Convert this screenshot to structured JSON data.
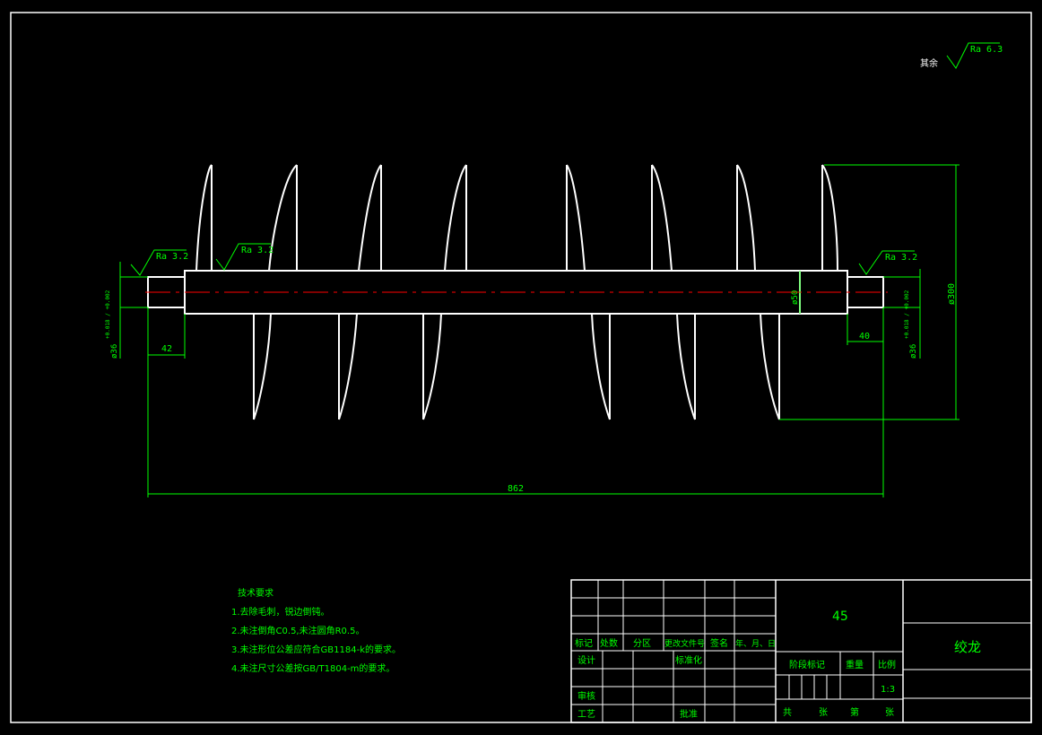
{
  "roughness": {
    "general_prefix": "其余",
    "general": "Ra 6.3",
    "left_journal": "Ra 3.2",
    "left_shoulder": "Ra 3.2",
    "right_journal": "Ra 3.2"
  },
  "dimensions": {
    "left_journal_dia": "ø36",
    "left_journal_tol": "+0.018 / +0.002",
    "left_length": "42",
    "right_length": "40",
    "right_journal_dia": "ø36",
    "right_journal_tol": "+0.018 / +0.002",
    "shaft_dia": "ø50",
    "flight_dia": "ø300",
    "total_length": "862"
  },
  "tech_requirements": {
    "title": "技术要求",
    "items": [
      "1.去除毛刺，锐边倒钝。",
      "2.未注倒角C0.5,未注圆角R0.5。",
      "3.未注形位公差应符合GB1184-k的要求。",
      "4.未注尺寸公差按GB/T1804-m的要求。"
    ]
  },
  "title_block": {
    "material": "45",
    "part_name": "绞龙",
    "row_labels": {
      "mark": "标记",
      "count": "处数",
      "zone": "分区",
      "change_doc": "更改文件号",
      "signature": "签名",
      "date": "年、月、日",
      "design": "设计",
      "standardize": "标准化",
      "review": "审核",
      "process": "工艺",
      "approve": "批准"
    },
    "stage_mark": "阶段标记",
    "weight": "重量",
    "scale_label": "比例",
    "scale_value": "1:3",
    "total_label": "共",
    "sheet_label": "张",
    "page_label": "第",
    "page_sheet_label": "张"
  }
}
